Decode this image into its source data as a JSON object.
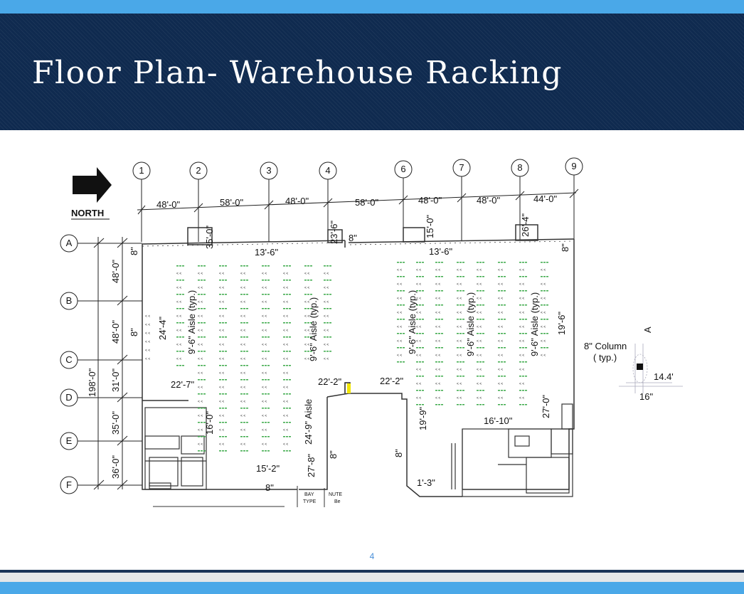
{
  "slide": {
    "title": "Floor Plan- Warehouse Racking",
    "page_number": "4"
  },
  "plan": {
    "north_label": "NORTH",
    "column_grid": [
      "1",
      "2",
      "3",
      "4",
      "6",
      "7",
      "8",
      "9"
    ],
    "row_grid": [
      "A",
      "B",
      "C",
      "D",
      "E",
      "F"
    ],
    "top_dimensions": [
      "48'-0\"",
      "58'-0\"",
      "48'-0\"",
      "58'-0\"",
      "48'-0\"",
      "48'-0\"",
      "44'-0\""
    ],
    "row_dimensions": [
      "48'-0\"",
      "48'-0\"",
      "31'-0\"",
      "35'-0\"",
      "36'-0\""
    ],
    "overall_dimension": "198'-0\"",
    "labels": {
      "d_35_0": "35'-0\"",
      "d_23_6": "23'-6\"",
      "d_15_0": "15'-0\"",
      "d_26_4": "26'-4\"",
      "d_8_a": "8\"",
      "d_8_b": "8\"",
      "d_8_c": "8\"",
      "d_8_d": "8\"",
      "d_8_e": "8\"",
      "d_8_f": "8\"",
      "d_8_g": "8\"",
      "d_13_6_a": "13'-6\"",
      "d_13_6_b": "13'-6\"",
      "d_24_4": "24'-4\"",
      "aisle_1": "9'-6\" Aisle (typ.)",
      "aisle_2": "9'-6\" Aisle (typ.)",
      "aisle_3": "9'-6\" Aisle (typ.)",
      "aisle_4": "9'-6\" Aisle (typ.)",
      "aisle_5": "9'-6\" Aisle (typ.)",
      "d_19_6_a": "19'-6\"",
      "d_22_7": "22'-7\"",
      "d_22_2_a": "22'-2\"",
      "d_22_2_b": "22'-2\"",
      "d_16_0": "16'-0\"",
      "aisle_24_9": "24'-9\" Aisle",
      "d_15_2": "15'-2\"",
      "d_27_8": "27'-8\"",
      "d_19_9": "19'-9\"",
      "d_16_10": "16'-10\"",
      "d_27_0": "27'-0\"",
      "d_1_3": "1'-3\"",
      "bay_type_1": "BAY",
      "bay_type_2": "TYPE",
      "note_1": "NUTE",
      "note_2": "Be",
      "detail_letter": "A",
      "detail_col_1": "8\" Column",
      "detail_col_2": "( typ.)",
      "detail_14": "14.4'",
      "detail_16": "16\""
    }
  },
  "colors": {
    "header_bg": "#0f2a4f",
    "accent_blue": "#4aa8e8",
    "rack_green": "#3caa4a",
    "highlight_yellow": "#f2e600"
  }
}
